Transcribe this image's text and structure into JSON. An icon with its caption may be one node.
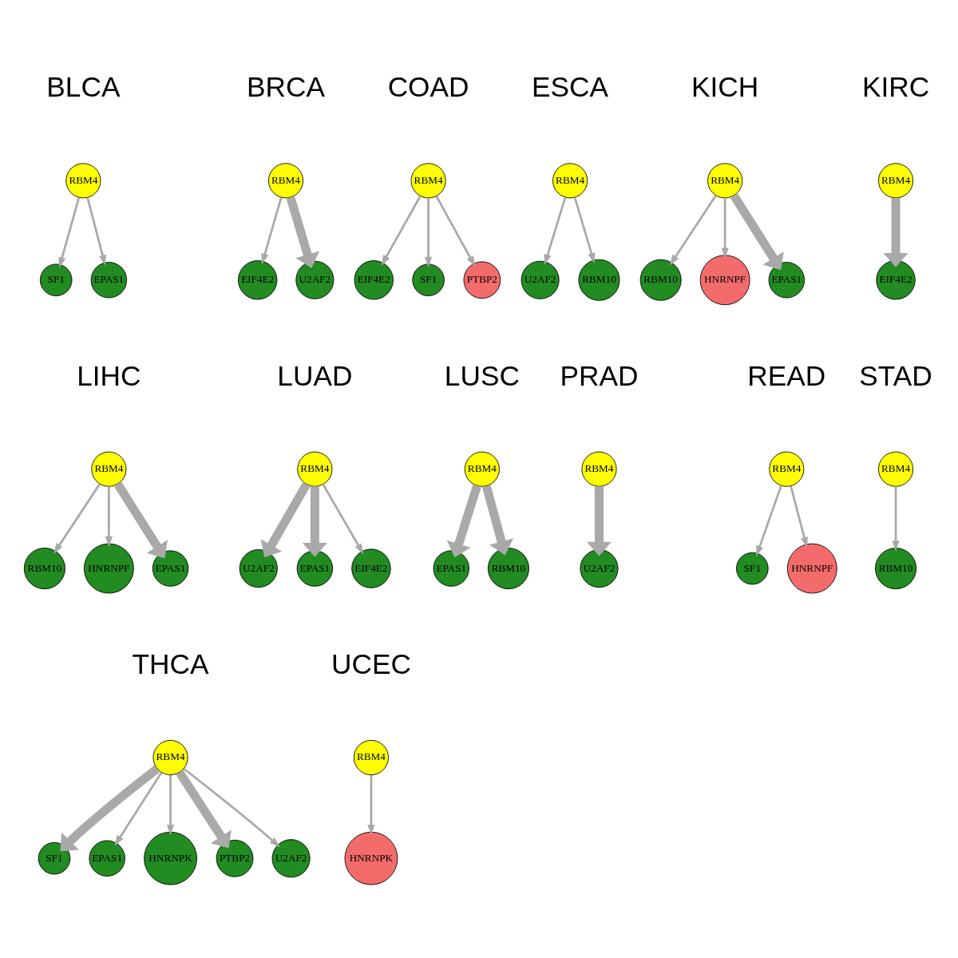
{
  "diagram": {
    "nodes": [
      {
        "text": [
          "SF1"
        ]
      },
      {
        "text": [
          "RBM4"
        ]
      },
      {
        "text": [
          "EPAS1"
        ]
      },
      {
        "text": [
          "EIF4E2"
        ]
      },
      {
        "text": [
          "RBM4"
        ]
      },
      {
        "text": [
          "U2AF2"
        ]
      },
      {
        "text": [
          "EIF4E2"
        ]
      },
      {
        "text": [
          "RBM4"
        ]
      },
      {
        "text": [
          "SF1"
        ]
      },
      {
        "text": [
          "PTBP2"
        ]
      },
      {
        "text": [
          "U2AF2"
        ]
      },
      {
        "text": [
          "RBM4"
        ]
      },
      {
        "text": [
          "RBM10"
        ]
      },
      {
        "text": [
          "RBM10"
        ]
      },
      {
        "text": [
          "RBM4"
        ]
      },
      {
        "text": [
          "HNRNPF"
        ]
      },
      {
        "text": [
          "EPAS1"
        ]
      },
      {
        "text": [
          "RBM4"
        ]
      },
      {
        "text": [
          "EIF4E2"
        ]
      },
      {
        "text": [
          "RBM10"
        ]
      },
      {
        "text": [
          "RBM4"
        ]
      },
      {
        "text": [
          "HNRNPF"
        ]
      },
      {
        "text": [
          "EPAS1"
        ]
      },
      {
        "text": [
          "U2AF2"
        ]
      },
      {
        "text": [
          "EPAS1"
        ]
      },
      {
        "text": [
          "RBM4"
        ]
      },
      {
        "text": [
          "EIF4E2"
        ]
      },
      {
        "text": [
          "EPAS1"
        ]
      },
      {
        "text": [
          "RBM4"
        ]
      },
      {
        "text": [
          "RBM10"
        ]
      },
      {
        "text": [
          "U2AF2"
        ]
      },
      {
        "text": [
          "RBM4"
        ]
      },
      {
        "text": [
          "SF1"
        ]
      },
      {
        "text": [
          "RBM4"
        ]
      },
      {
        "text": [
          "HNRNPF"
        ]
      },
      {
        "text": [
          "RBM4"
        ]
      },
      {
        "text": [
          "RBM10"
        ]
      },
      {
        "text": [
          "SF1"
        ]
      },
      {
        "text": [
          "EPAS1"
        ]
      },
      {
        "text": [
          "HNRNPK"
        ]
      },
      {
        "text": [
          "RBM4"
        ]
      },
      {
        "text": [
          "PTBP2"
        ]
      },
      {
        "text": [
          "U2AF2"
        ]
      },
      {
        "text": [
          "RBM4"
        ]
      },
      {
        "text": [
          "HNRNPK"
        ]
      }
    ],
    "edges": [
      {
        "from": 1,
        "to": 0,
        "arrow": "to"
      },
      {
        "from": 1,
        "to": 2,
        "arrow": "to"
      },
      {
        "from": 4,
        "to": 3,
        "arrow": "to"
      },
      {
        "from": 4,
        "to": 5,
        "arrow": "to",
        "style": "thick"
      },
      {
        "from": 7,
        "to": 6,
        "arrow": "to"
      },
      {
        "from": 7,
        "to": 8,
        "arrow": "to"
      },
      {
        "from": 7,
        "to": 9,
        "arrow": "to"
      },
      {
        "from": 11,
        "to": 10,
        "arrow": "to"
      },
      {
        "from": 11,
        "to": 12,
        "arrow": "to"
      },
      {
        "from": 14,
        "to": 13,
        "arrow": "to"
      },
      {
        "from": 14,
        "to": 15,
        "arrow": "to"
      },
      {
        "from": 14,
        "to": 16,
        "arrow": "to",
        "style": "thick"
      },
      {
        "from": 17,
        "to": 18,
        "arrow": "to",
        "style": "thick"
      },
      {
        "from": 20,
        "to": 19,
        "arrow": "to"
      },
      {
        "from": 20,
        "to": 21,
        "arrow": "to"
      },
      {
        "from": 20,
        "to": 22,
        "arrow": "to",
        "style": "thick"
      },
      {
        "from": 25,
        "to": 23,
        "arrow": "to",
        "style": "thick"
      },
      {
        "from": 25,
        "to": 24,
        "arrow": "to",
        "style": "thick"
      },
      {
        "from": 25,
        "to": 26,
        "arrow": "to"
      },
      {
        "from": 28,
        "to": 27,
        "arrow": "to",
        "style": "thick"
      },
      {
        "from": 28,
        "to": 29,
        "arrow": "to",
        "style": "thick"
      },
      {
        "from": 31,
        "to": 30,
        "arrow": "to",
        "style": "thick"
      },
      {
        "from": 33,
        "to": 32,
        "arrow": "to"
      },
      {
        "from": 33,
        "to": 34,
        "arrow": "to"
      },
      {
        "from": 35,
        "to": 36,
        "arrow": "to"
      },
      {
        "from": 40,
        "to": 37,
        "arrow": "to",
        "style": "thick"
      },
      {
        "from": 40,
        "to": 38,
        "arrow": "to"
      },
      {
        "from": 40,
        "to": 39,
        "arrow": "to"
      },
      {
        "from": 40,
        "to": 41,
        "arrow": "to",
        "style": "thick"
      },
      {
        "from": 40,
        "to": 42,
        "arrow": "to"
      },
      {
        "from": 43,
        "to": 44,
        "arrow": "to"
      }
    ],
    "labels": [
      "BLCA",
      "BRCA",
      "COAD",
      "ESCA",
      "KICH",
      "KIRC",
      "LIHC",
      "LUAD",
      "LUSC",
      "PRAD",
      "READ",
      "STAD",
      "THCA",
      "UCEC"
    ]
  }
}
